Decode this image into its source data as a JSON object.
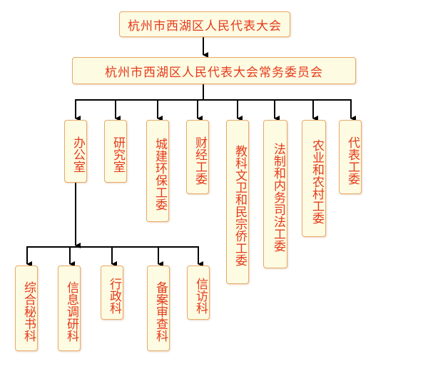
{
  "top": {
    "label": "杭州市西湖区人民代表大会"
  },
  "standing_committee": {
    "label": "杭州市西湖区人民代表大会常务委员会"
  },
  "departments": [
    {
      "id": "office",
      "label": "办公室"
    },
    {
      "id": "research",
      "label": "研究室"
    },
    {
      "id": "urban",
      "label": "城建环保工委"
    },
    {
      "id": "finance",
      "label": "财经工委"
    },
    {
      "id": "education",
      "label": "教科文卫和民宗侨工委"
    },
    {
      "id": "legal",
      "label": "法制和内务司法工委"
    },
    {
      "id": "agriculture",
      "label": "农业和农村工委"
    },
    {
      "id": "deputy",
      "label": "代表工委"
    }
  ],
  "office_sections": [
    {
      "id": "secretariat",
      "label": "综合秘书科"
    },
    {
      "id": "info",
      "label": "信息调研科"
    },
    {
      "id": "admin",
      "label": "行政科"
    },
    {
      "id": "filing",
      "label": "备案审查科"
    },
    {
      "id": "petition",
      "label": "信访科"
    }
  ],
  "colors": {
    "text": "#e53a1a",
    "box_fill": "#fdfbe2",
    "box_border": "#e8a96a",
    "connector": "#000000"
  }
}
